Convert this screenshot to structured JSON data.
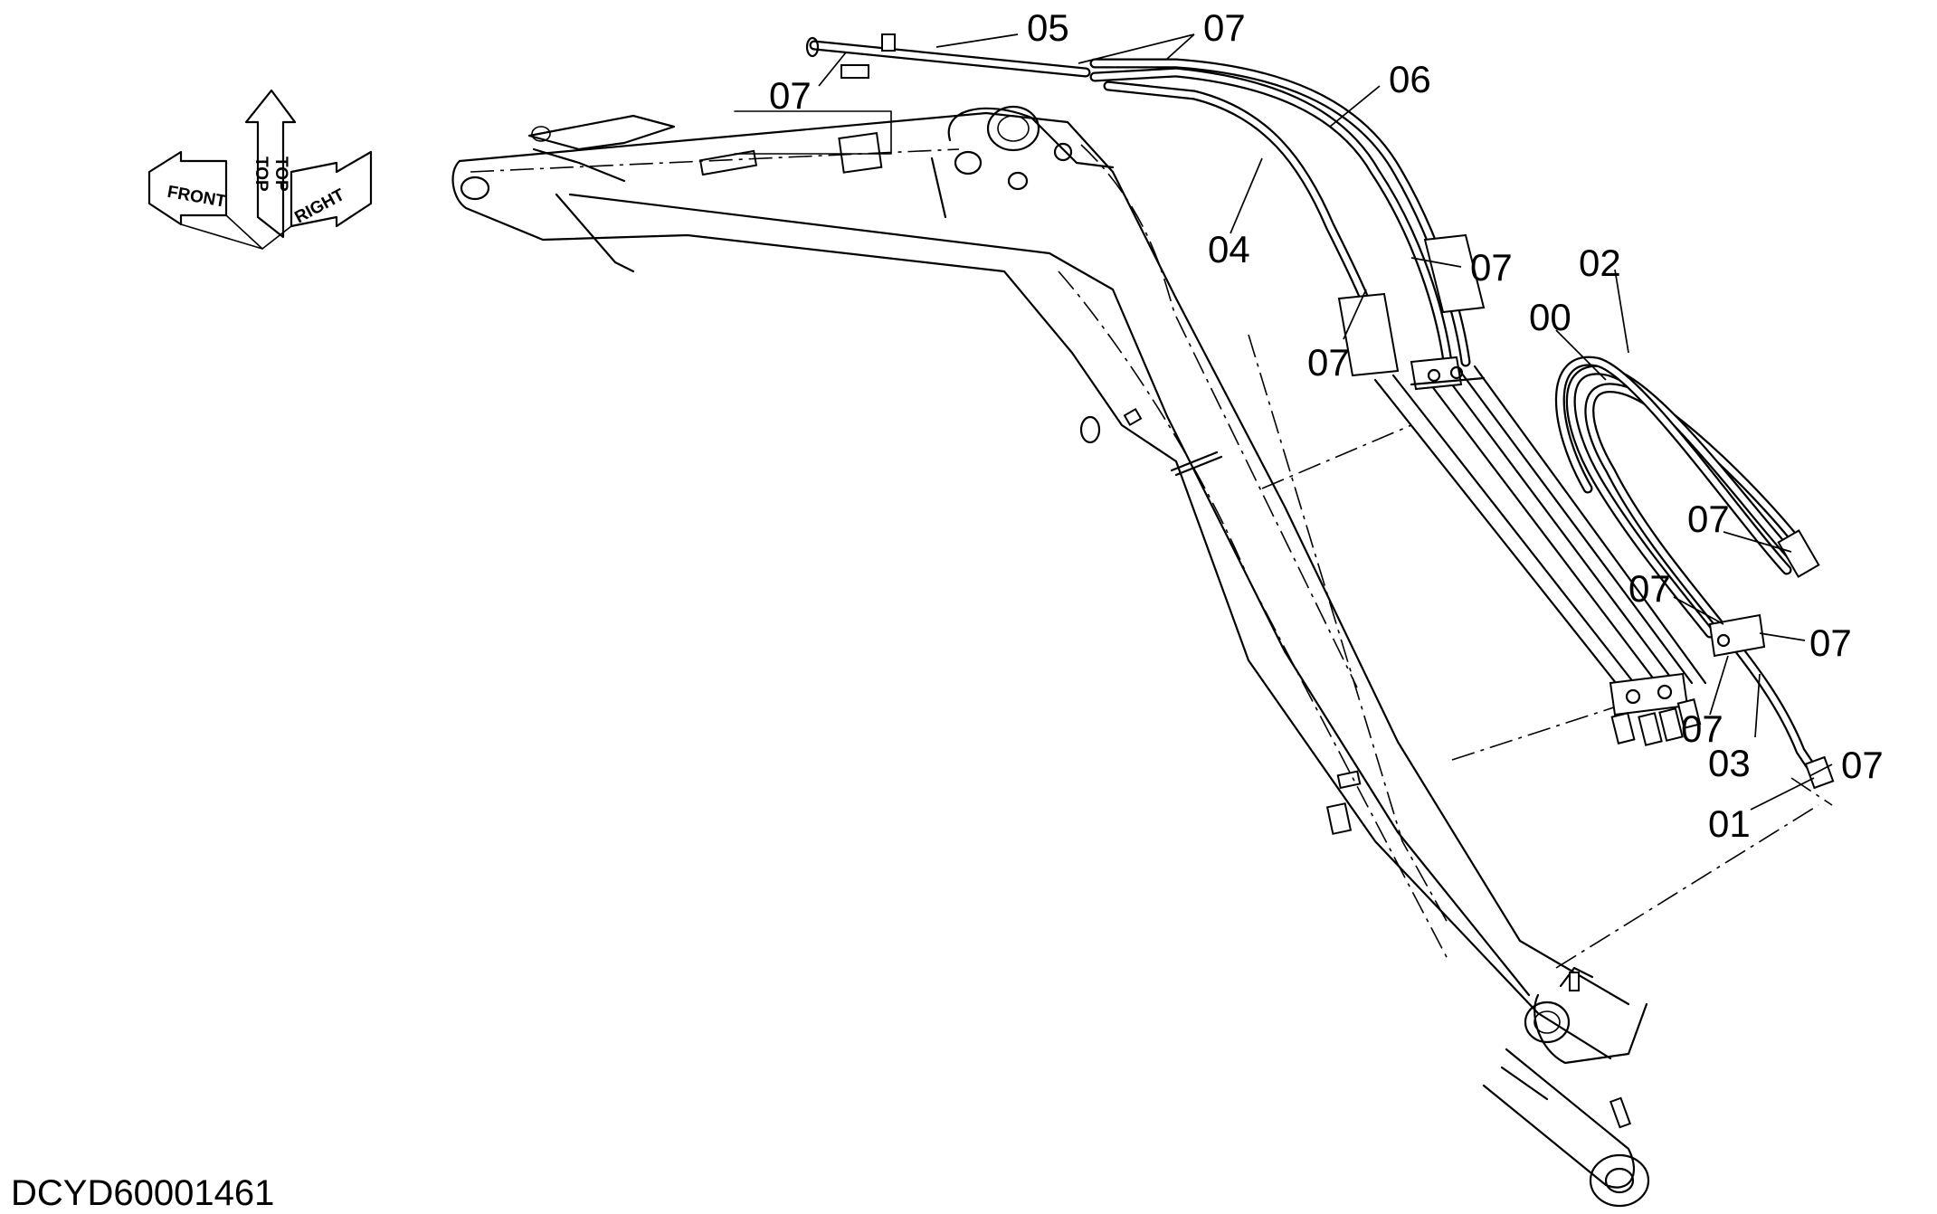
{
  "drawing_ref": "DCYD60001461",
  "orientation": {
    "front": "FRONT",
    "top": "TOP",
    "right": "RIGHT"
  },
  "callouts": [
    {
      "id": "c-05",
      "text": "05"
    },
    {
      "id": "c-07-topleft",
      "text": "07"
    },
    {
      "id": "c-07-topright",
      "text": "07"
    },
    {
      "id": "c-06",
      "text": "06"
    },
    {
      "id": "c-04",
      "text": "04"
    },
    {
      "id": "c-07-clamp-a",
      "text": "07"
    },
    {
      "id": "c-07-clamp-b",
      "text": "07"
    },
    {
      "id": "c-02",
      "text": "02"
    },
    {
      "id": "c-00",
      "text": "00"
    },
    {
      "id": "c-07-hose-end",
      "text": "07"
    },
    {
      "id": "c-07-bracket-left",
      "text": "07"
    },
    {
      "id": "c-07-bracket-right",
      "text": "07"
    },
    {
      "id": "c-07-lower",
      "text": "07"
    },
    {
      "id": "c-03",
      "text": "03"
    },
    {
      "id": "c-07-fitting",
      "text": "07"
    },
    {
      "id": "c-01",
      "text": "01"
    }
  ]
}
